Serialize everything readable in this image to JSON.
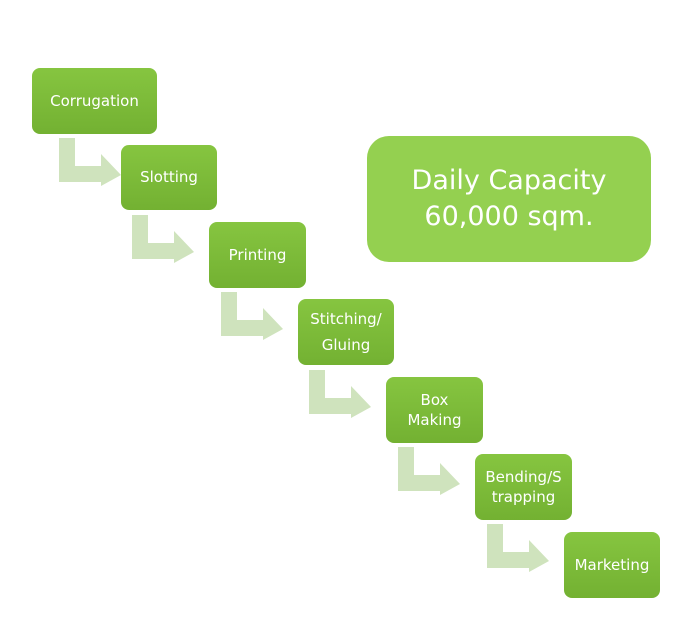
{
  "steps": [
    {
      "lines": [
        "Corrugation"
      ]
    },
    {
      "lines": [
        "Slotting"
      ]
    },
    {
      "lines": [
        "Printing"
      ]
    },
    {
      "lines": [
        "Stitching/",
        "Gluing"
      ]
    },
    {
      "lines": [
        "Box",
        "Making"
      ]
    },
    {
      "lines": [
        "Bending/S",
        "trapping"
      ]
    },
    {
      "lines": [
        "Marketing"
      ]
    }
  ],
  "capacity": {
    "line1": "Daily Capacity",
    "line2": "60,000 sqm."
  },
  "colors": {
    "step_fill": "#7ab83a",
    "arrow_fill": "#cfe3bd",
    "capacity_fill": "#94d050"
  }
}
